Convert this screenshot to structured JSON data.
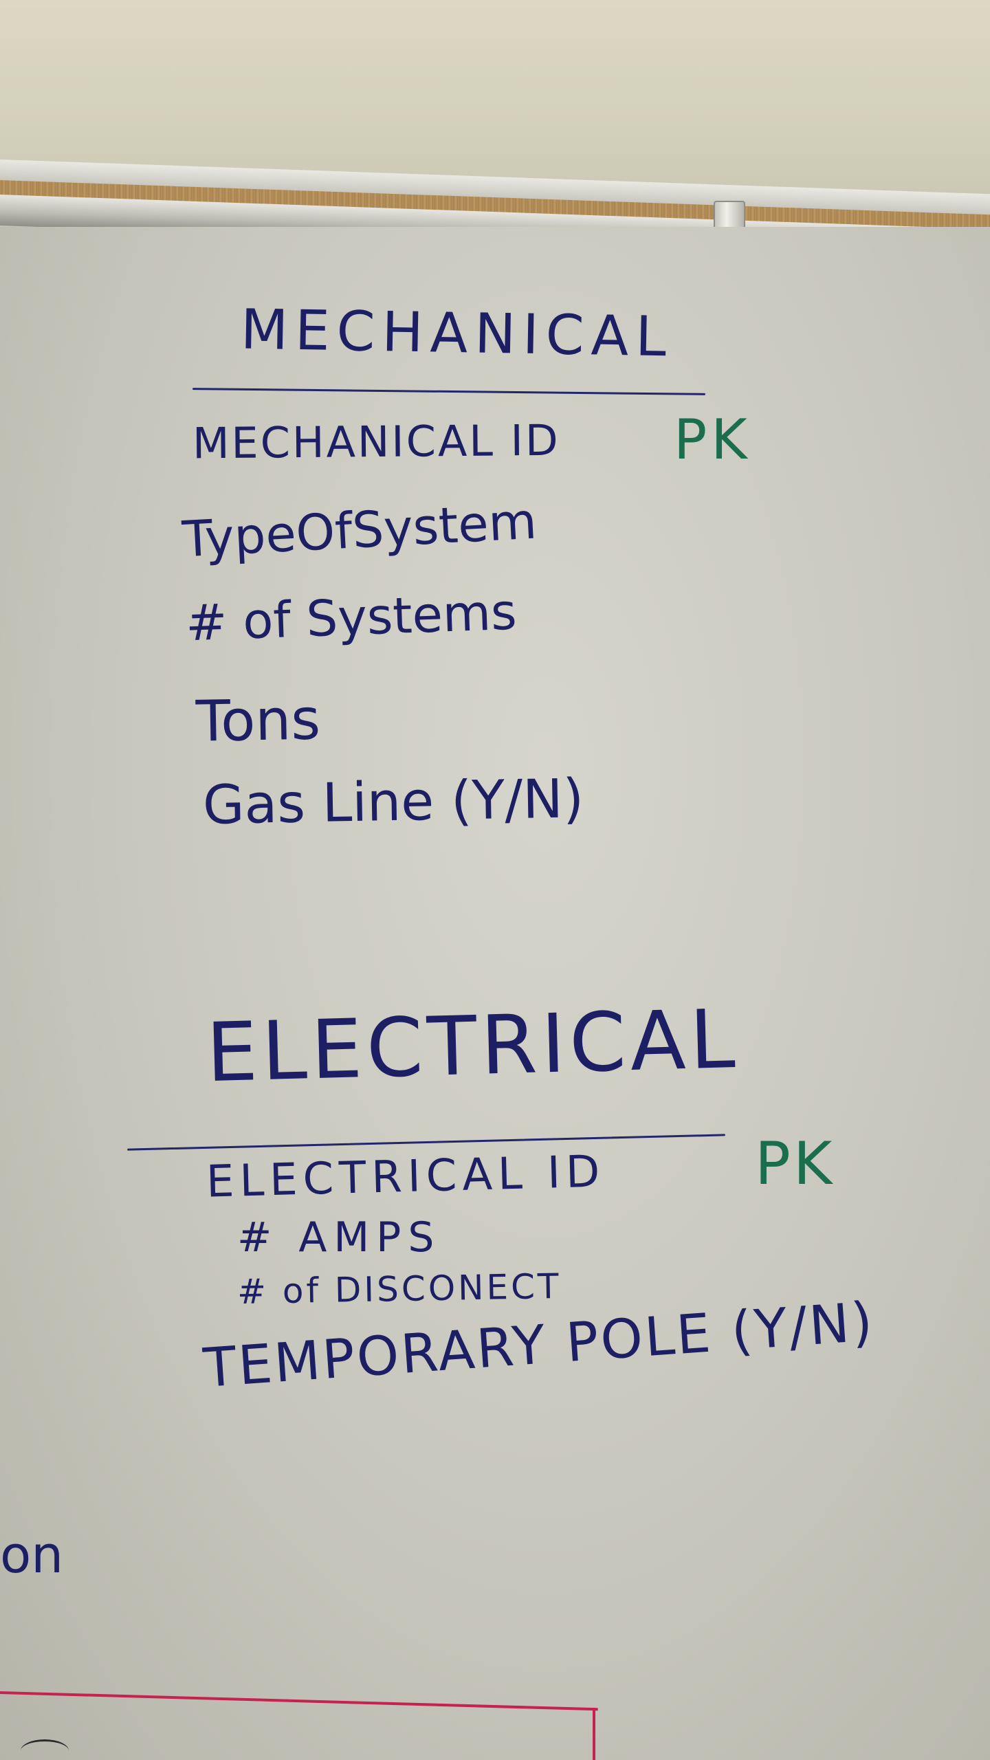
{
  "mechanical": {
    "title": "MECHANICAL",
    "fields": [
      "MECHANICAL ID",
      "TypeOfSystem",
      "# of Systems",
      "Tons",
      "Gas Line (Y/N)"
    ],
    "pk": "PK"
  },
  "electrical": {
    "title": "ELECTRICAL",
    "fields": [
      "ELECTRICAL ID",
      "# AMPS",
      "# of DISCONECT",
      "TEMPORARY POLE (Y/N)"
    ],
    "pk": "PK"
  },
  "fragment": "on",
  "colors": {
    "marker_blue": "#1c1f63",
    "marker_green": "#1a6e4e",
    "marker_red": "#c6224f"
  }
}
